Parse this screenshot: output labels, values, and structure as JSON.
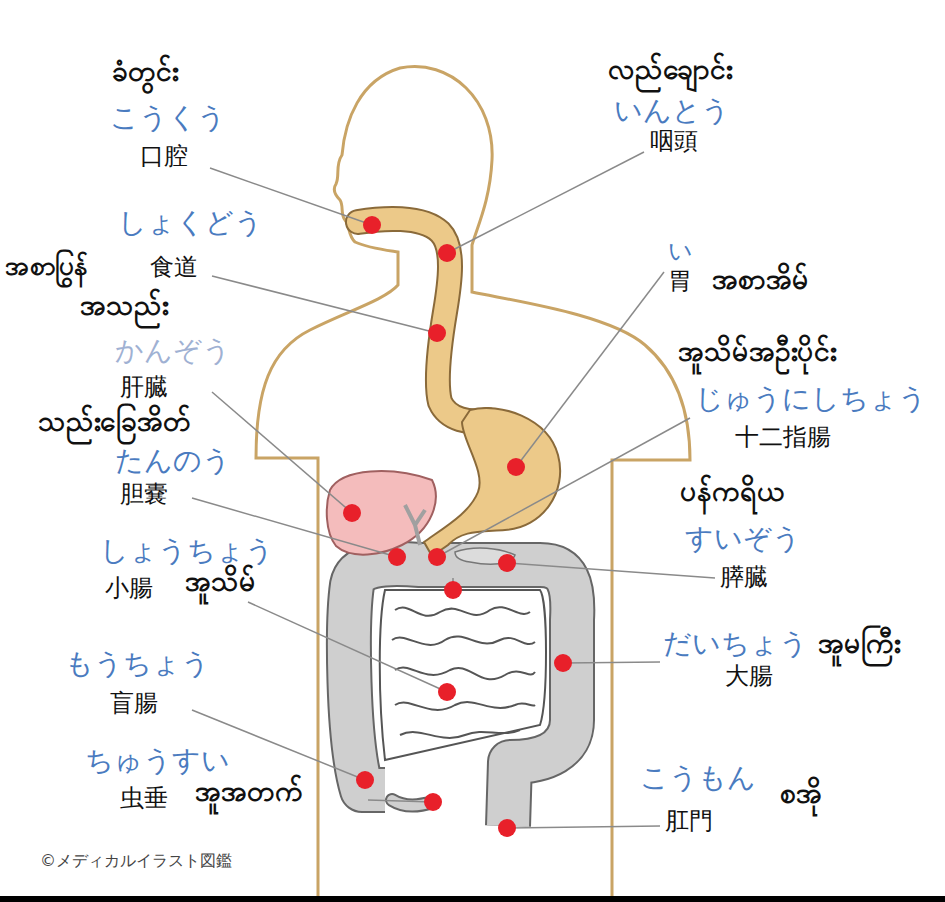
{
  "diagram": {
    "labels": [
      "ခံတွင်း",
      "こうくう",
      "口腔",
      "လည်ချောင်း",
      "いんとう",
      "咽頭",
      "しょくどう",
      "အစာပြွန်",
      "食道",
      "い",
      "胃",
      "အစာအိမ်",
      "အသည်း",
      "かんぞう",
      "肝臓",
      "အူသိမ်အဦးပိုင်း",
      "သည်းခြေအိတ်",
      "じゅうにしちょう",
      "十二指腸",
      "たんのう",
      "胆嚢",
      "ပန်ကရိယ",
      "すいぞう",
      "しょうちょう",
      "膵臓",
      "小腸",
      "အူသိမ်",
      "だいちょう",
      "အူမကြီး",
      "大腸",
      "もうちょう",
      "盲腸",
      "ちゅうすい",
      "こうもん",
      "စအို",
      "虫垂",
      "အူအတက်",
      "肛門",
      "©メディカルイラスト図鑑"
    ]
  }
}
